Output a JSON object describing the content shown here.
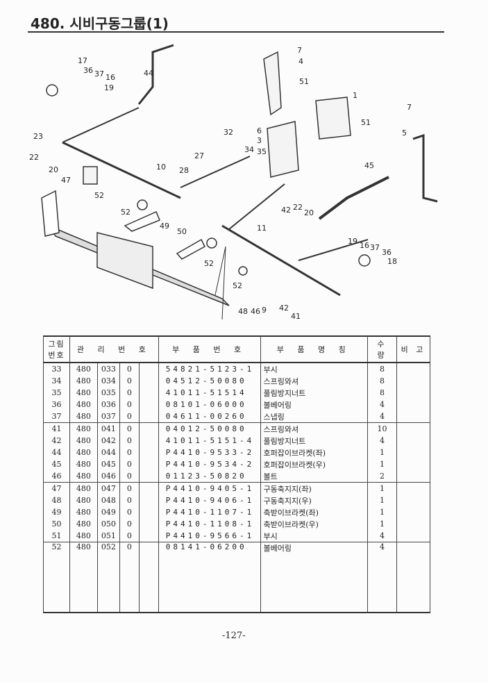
{
  "title": "480. 시비구동그룹(1)",
  "diagram": {
    "callouts": [
      "17",
      "36",
      "37",
      "16",
      "19",
      "44",
      "7",
      "4",
      "51",
      "1",
      "7",
      "51",
      "5",
      "32",
      "6",
      "3",
      "34",
      "35",
      "23",
      "22",
      "20",
      "27",
      "10",
      "28",
      "45",
      "47",
      "52",
      "52",
      "49",
      "42",
      "22",
      "20",
      "11",
      "50",
      "19",
      "16",
      "37",
      "36",
      "18",
      "52",
      "52",
      "48",
      "46",
      "9",
      "42",
      "41"
    ]
  },
  "table": {
    "headers": {
      "fig_no": "그림 번호",
      "mgmt_no": "관 리 번 호",
      "part_no": "부 품 번 호",
      "part_name": "부 품 명 칭",
      "qty": "수 량",
      "remark": "비 고"
    },
    "rows": [
      {
        "fig": "33",
        "g": "480",
        "s": "033",
        "r": "0",
        "pn": "54821-5123-1",
        "name": "부시",
        "qty": "8"
      },
      {
        "fig": "34",
        "g": "480",
        "s": "034",
        "r": "0",
        "pn": "04512-50080",
        "name": "스프링와셔",
        "qty": "8"
      },
      {
        "fig": "35",
        "g": "480",
        "s": "035",
        "r": "0",
        "pn": "41011-51514",
        "name": "풀림방지너트",
        "qty": "8"
      },
      {
        "fig": "36",
        "g": "480",
        "s": "036",
        "r": "0",
        "pn": "08101-06000",
        "name": "볼베어링",
        "qty": "4"
      },
      {
        "fig": "37",
        "g": "480",
        "s": "037",
        "r": "0",
        "pn": "04611-00260",
        "name": "스냅링",
        "qty": "4"
      },
      {
        "fig": "41",
        "g": "480",
        "s": "041",
        "r": "0",
        "pn": "04012-50080",
        "name": "스프링와셔",
        "qty": "10"
      },
      {
        "fig": "42",
        "g": "480",
        "s": "042",
        "r": "0",
        "pn": "41011-5151-4",
        "name": "풀림방지너트",
        "qty": "4"
      },
      {
        "fig": "44",
        "g": "480",
        "s": "044",
        "r": "0",
        "pn": "P4410-9533-2",
        "name": "호퍼잡이브라켓(좌)",
        "qty": "1"
      },
      {
        "fig": "45",
        "g": "480",
        "s": "045",
        "r": "0",
        "pn": "P4410-9534-2",
        "name": "호퍼잡이브라켓(우)",
        "qty": "1"
      },
      {
        "fig": "46",
        "g": "480",
        "s": "046",
        "r": "0",
        "pn": "01123-50820",
        "name": "볼트",
        "qty": "2"
      },
      {
        "fig": "47",
        "g": "480",
        "s": "047",
        "r": "0",
        "pn": "P4410-9405-1",
        "name": "구동축지지(좌)",
        "qty": "1"
      },
      {
        "fig": "48",
        "g": "480",
        "s": "048",
        "r": "0",
        "pn": "P4410-9406-1",
        "name": "구동축지지(우)",
        "qty": "1"
      },
      {
        "fig": "49",
        "g": "480",
        "s": "049",
        "r": "0",
        "pn": "P4410-1107-1",
        "name": "축받이브라켓(좌)",
        "qty": "1"
      },
      {
        "fig": "50",
        "g": "480",
        "s": "050",
        "r": "0",
        "pn": "P4410-1108-1",
        "name": "축받이브라켓(우)",
        "qty": "1"
      },
      {
        "fig": "51",
        "g": "480",
        "s": "051",
        "r": "0",
        "pn": "P4410-9566-1",
        "name": "부시",
        "qty": "4"
      },
      {
        "fig": "52",
        "g": "480",
        "s": "052",
        "r": "0",
        "pn": "08141-06200",
        "name": "볼베어링",
        "qty": "4"
      }
    ]
  },
  "page_number": "-127-"
}
